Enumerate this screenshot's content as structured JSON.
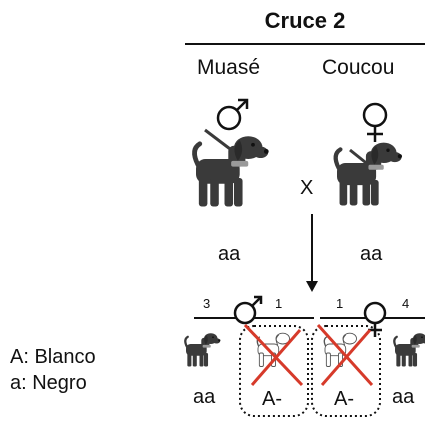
{
  "title": "Cruce 2",
  "parents": {
    "male": {
      "name": "Muasé",
      "symbol": "♂",
      "genotype": "aa"
    },
    "female": {
      "name": "Coucou",
      "symbol": "♀",
      "genotype": "aa"
    }
  },
  "cross_symbol": "X",
  "offspring": [
    {
      "litter": "3",
      "genotype": "aa",
      "color": "black",
      "crossed_out": false
    },
    {
      "litter": "1",
      "genotype": "A-",
      "color": "white",
      "crossed_out": true
    },
    {
      "litter": "1",
      "genotype": "A-",
      "color": "white",
      "crossed_out": true
    },
    {
      "litter": "4",
      "genotype": "aa",
      "color": "black",
      "crossed_out": false
    }
  ],
  "legend": [
    {
      "text": "A: Blanco"
    },
    {
      "text": "a: Negro"
    }
  ],
  "colors": {
    "black_dog": "#3a3a3a",
    "cross_out": "#d63a2a",
    "collar": "#9a9a9a"
  },
  "icons": [
    "dog-icon",
    "male-symbol-icon",
    "female-symbol-icon",
    "arrow-down-icon"
  ]
}
